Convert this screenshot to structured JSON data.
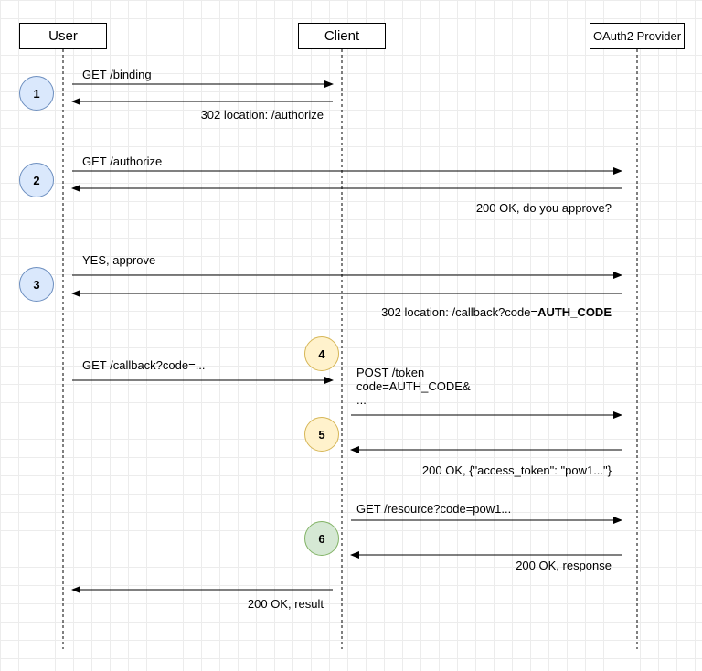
{
  "actors": {
    "user": "User",
    "client": "Client",
    "provider": "OAuth2 Provider"
  },
  "steps": {
    "s1": "1",
    "s2": "2",
    "s3": "3",
    "s4": "4",
    "s5": "5",
    "s6": "6"
  },
  "messages": {
    "get_binding": "GET /binding",
    "redirect_authorize": "302 location: /authorize",
    "get_authorize": "GET /authorize",
    "ok_approve": "200 OK, do you approve?",
    "yes_approve": "YES, approve",
    "redirect_callback_prefix": "302 location: /callback?code=",
    "redirect_callback_code": "AUTH_CODE",
    "get_callback": "GET /callback?code=...",
    "post_token_line1": "POST /token",
    "post_token_line2": "code=AUTH_CODE&",
    "post_token_line3": "...",
    "ok_token": "200 OK, {\"access_token\": \"pow1...\"}",
    "get_resource": "GET /resource?code=pow1...",
    "ok_response": "200 OK, response",
    "ok_result": "200 OK, result"
  },
  "colors": {
    "step_blue": "#dae8fc",
    "step_yellow": "#fff2cc",
    "step_green": "#d5e8d4"
  }
}
